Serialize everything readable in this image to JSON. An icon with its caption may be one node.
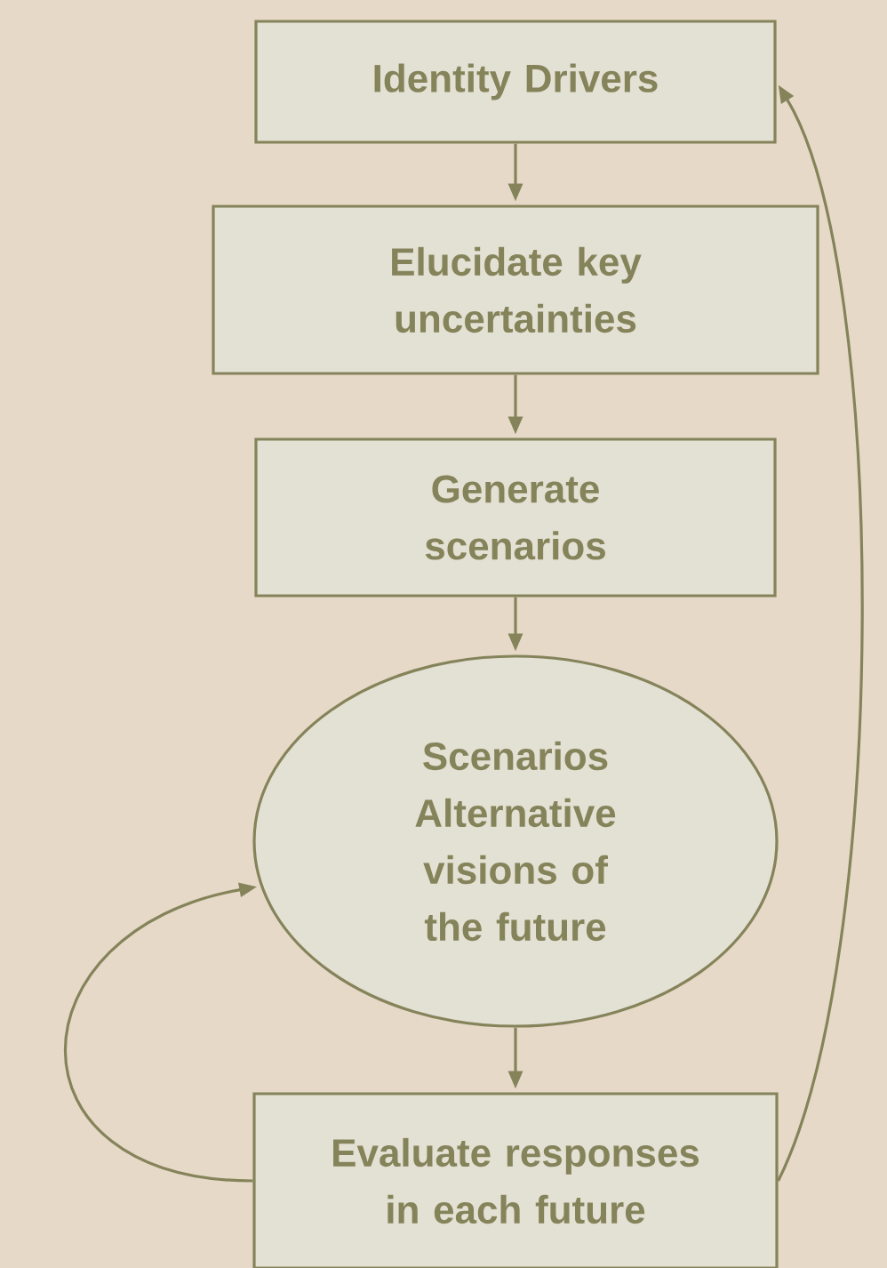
{
  "diagram": {
    "nodes": [
      {
        "text": [
          "Identity Drivers"
        ]
      },
      {
        "text": [
          "Elucidate key uncertainties"
        ]
      },
      {
        "text": [
          "Generate scenarios"
        ]
      },
      {
        "text": [
          "Scenarios Alternative visions of the future"
        ]
      },
      {
        "text": [
          "Evaluate responses in each future"
        ]
      }
    ],
    "edges": [
      {
        "from": 0,
        "to": 1,
        "arrow": "to"
      },
      {
        "from": 1,
        "to": 2,
        "arrow": "to"
      },
      {
        "from": 2,
        "to": 3,
        "arrow": "to"
      },
      {
        "from": 3,
        "to": 4,
        "arrow": "to"
      },
      {
        "from": 4,
        "to": 3,
        "arrow": "to"
      },
      {
        "from": 4,
        "to": 0,
        "arrow": "to"
      }
    ]
  }
}
